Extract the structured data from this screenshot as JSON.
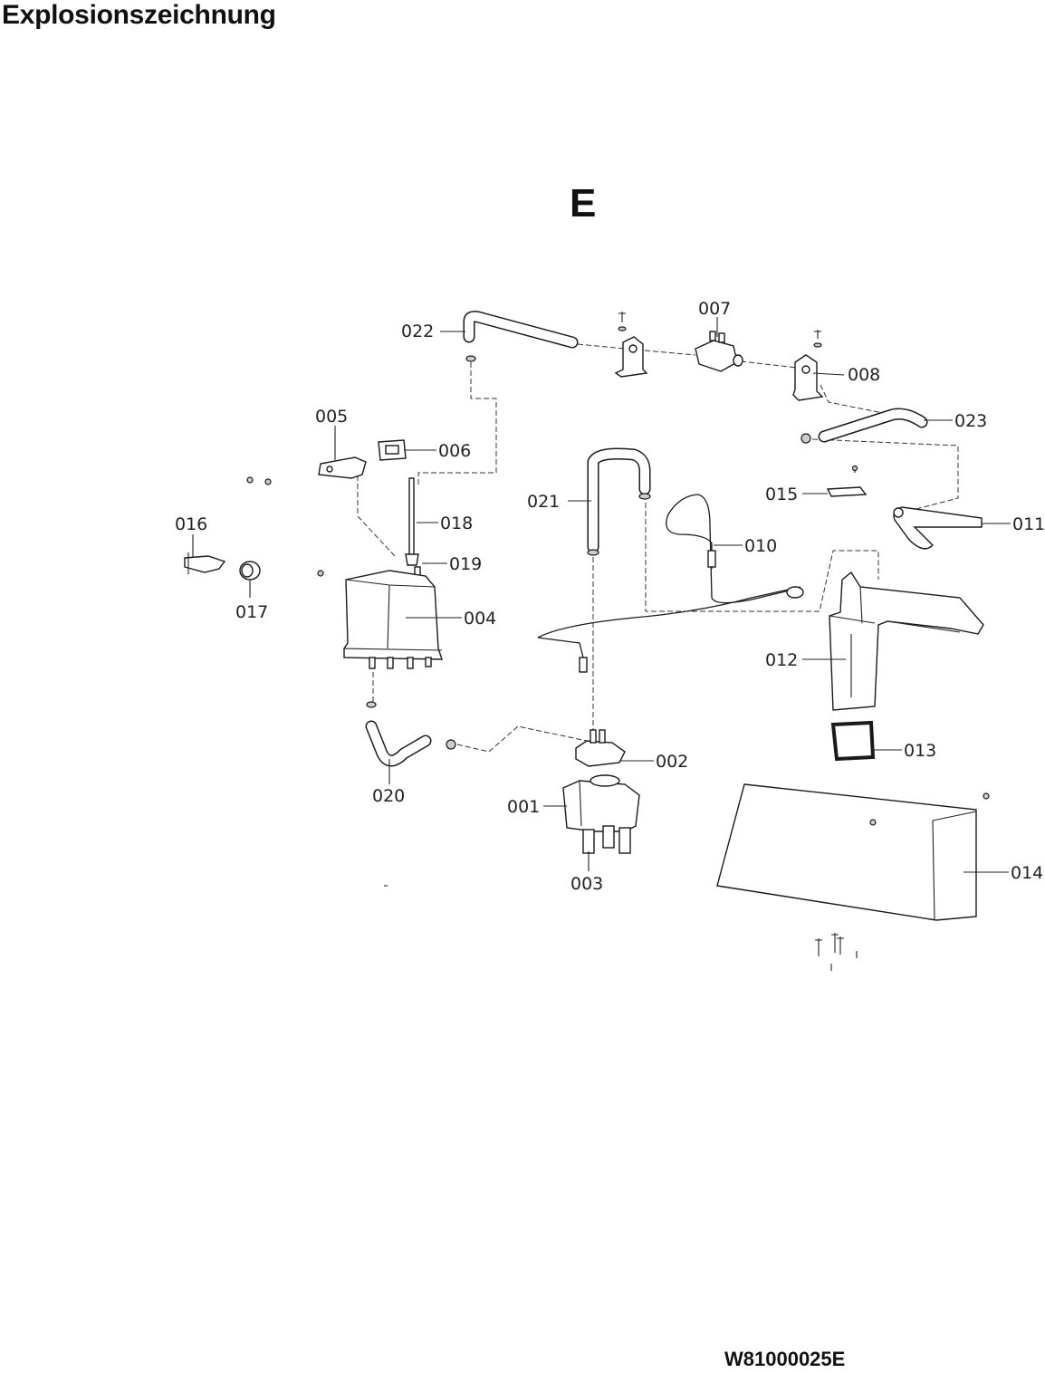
{
  "page": {
    "title": "Explosionszeichnung",
    "section": "E",
    "doc_code": "W81000025E"
  },
  "parts": [
    {
      "id": "001",
      "label": "001"
    },
    {
      "id": "002",
      "label": "002"
    },
    {
      "id": "003",
      "label": "003"
    },
    {
      "id": "004",
      "label": "004"
    },
    {
      "id": "005",
      "label": "005"
    },
    {
      "id": "006",
      "label": "006"
    },
    {
      "id": "007",
      "label": "007"
    },
    {
      "id": "008",
      "label": "008"
    },
    {
      "id": "010",
      "label": "010"
    },
    {
      "id": "011",
      "label": "011"
    },
    {
      "id": "012",
      "label": "012"
    },
    {
      "id": "013",
      "label": "013"
    },
    {
      "id": "014",
      "label": "014"
    },
    {
      "id": "015",
      "label": "015"
    },
    {
      "id": "016",
      "label": "016"
    },
    {
      "id": "017",
      "label": "017"
    },
    {
      "id": "018",
      "label": "018"
    },
    {
      "id": "019",
      "label": "019"
    },
    {
      "id": "020",
      "label": "020"
    },
    {
      "id": "021",
      "label": "021"
    },
    {
      "id": "022",
      "label": "022"
    },
    {
      "id": "023",
      "label": "023"
    }
  ]
}
